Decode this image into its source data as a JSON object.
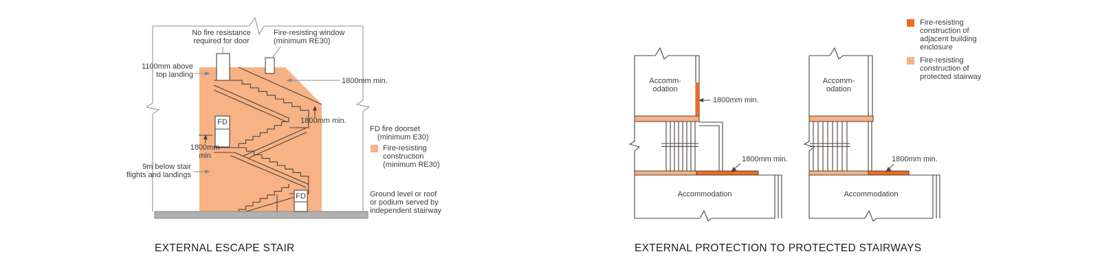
{
  "palette": {
    "fire_resisting_dark": "#EE6D1F",
    "fire_resisting_light": "#F7B285",
    "ground_gray": "#B1B1B1",
    "line_dark": "#4A423C",
    "text": "#3B3B3B"
  },
  "external_escape_stair": {
    "caption": "EXTERNAL ESCAPE STAIR",
    "labels": {
      "door_note": [
        "No fire resistance",
        "required for door"
      ],
      "window_note": [
        "Fire-resisting window",
        "(minimum RE30)"
      ],
      "top_landing_note": [
        "1100mm above",
        "top landing"
      ],
      "dim_boundary": "1800mm min.",
      "dim_flight": "1800mm min.",
      "dim_door": [
        "1800mm",
        "min"
      ],
      "below_stair_note": [
        "9m below stair",
        "flights and landings"
      ],
      "fire_door_mid": "FD",
      "fire_door_bottom": "FD"
    },
    "legend": {
      "fd_title": "FD fire doorset",
      "fd_detail": "(minimum E30)",
      "construction": [
        "Fire-resisting",
        "construction",
        "(minimum RE30)"
      ]
    },
    "ground_note": [
      "Ground level or roof",
      "or podium served by",
      "independent stairway"
    ]
  },
  "external_protection": {
    "caption": "EXTERNAL PROTECTION TO PROTECTED STAIRWAYS",
    "legend": [
      {
        "color": "#EE6D1F",
        "label": [
          "Fire-resisting",
          "construction of",
          "adjacent building",
          "enclosure"
        ]
      },
      {
        "color": "#F7B285",
        "label": [
          "Fire-resisting",
          "construction of",
          "protected stairway"
        ]
      }
    ],
    "diagram_a": {
      "top_room": [
        "Accomm-",
        "odation"
      ],
      "bottom_room": "Accommodation",
      "dim_wall": "1800mm min.",
      "dim_floor": "1800mm min."
    },
    "diagram_b": {
      "top_room": [
        "Accomm-",
        "odation"
      ],
      "bottom_room": "Accommodation",
      "dim_floor": "1800mm min."
    }
  }
}
